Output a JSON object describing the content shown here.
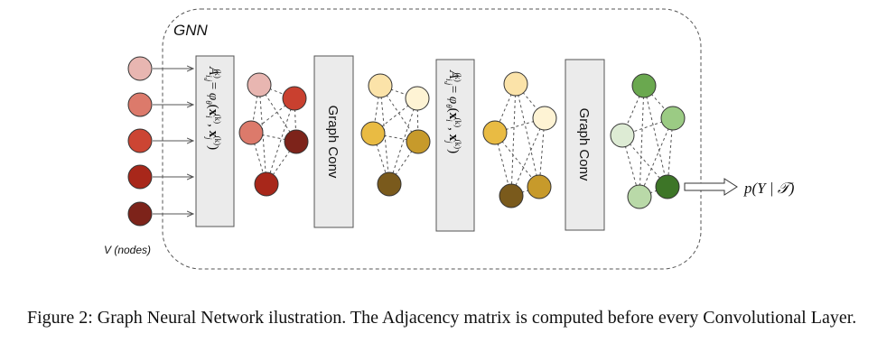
{
  "gnn_label": "GNN",
  "nodes_label": "V (nodes)",
  "graph_conv_1": "Graph Conv",
  "graph_conv_2": "Graph Conv",
  "output_formula": "p(Y | 𝒯)",
  "adjacency_formula": {
    "lhs": "A",
    "superscript": "(k)",
    "subscript": "i,j",
    "eq": " = ",
    "phi": "φ",
    "theta": "θ",
    "x_i": "x",
    "x_j": "x"
  },
  "input_node_colors": [
    "#e8b6b1",
    "#dc7a6b",
    "#cc4533",
    "#a8271a",
    "#7d231a"
  ],
  "graph1_colors": [
    "#e8b6b1",
    "#c9402f",
    "#dc7a6b",
    "#7d231a",
    "#a8271a"
  ],
  "graph2_colors": [
    "#fbe3a9",
    "#fef3d4",
    "#e9bb43",
    "#c79a2b",
    "#7a5a1c"
  ],
  "graph3_colors": [
    "#fbe3a9",
    "#fef3d4",
    "#e9bb43",
    "#7a5a1c",
    "#c79a2b"
  ],
  "graph4_colors": [
    "#6aa84f",
    "#9bcb84",
    "#ddebd4",
    "#b9d9a8",
    "#3d7527"
  ],
  "caption": "Figure 2: Graph Neural Network ilustration. The Adjacency matrix is computed before every Convolutional Layer."
}
